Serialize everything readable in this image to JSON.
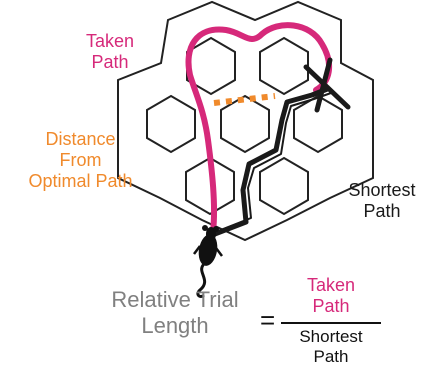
{
  "labels": {
    "taken_path_line1": "Taken",
    "taken_path_line2": "Path",
    "distance_line1": "Distance",
    "distance_line2": "From",
    "distance_line3": "Optimal Path",
    "shortest_path_line1": "Shortest",
    "shortest_path_line2": "Path"
  },
  "formula": {
    "left_line1": "Relative Trial",
    "left_line2": "Length",
    "equals": "=",
    "numerator_line1": "Taken",
    "numerator_line2": "Path",
    "denominator_line1": "Shortest",
    "denominator_line2": "Path"
  },
  "colors": {
    "taken_path": "#d6297a",
    "distance": "#f08a2c",
    "shortest_path": "#1a1a1a",
    "gray_text": "#808080"
  }
}
